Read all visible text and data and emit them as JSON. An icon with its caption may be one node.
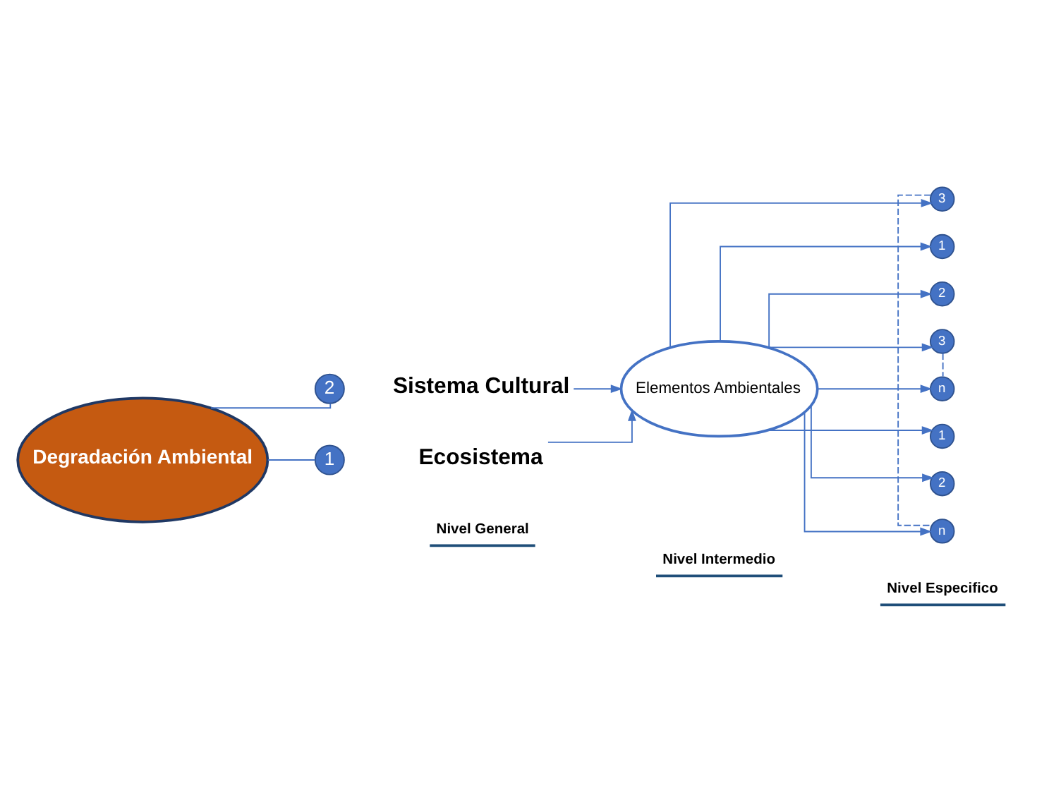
{
  "diagram": {
    "nodes": [
      {
        "text": [
          "Degradación Ambiental"
        ]
      },
      {
        "text": [
          "1"
        ]
      },
      {
        "text": [
          "Ecosistema"
        ]
      },
      {
        "text": [
          "2"
        ]
      },
      {
        "text": [
          "Sistema Cultural"
        ]
      },
      {
        "text": [
          "Elementos Ambientales"
        ]
      },
      {
        "text": [
          "1"
        ]
      },
      {
        "text": [
          "2"
        ]
      },
      {
        "text": [
          "3"
        ]
      },
      {
        "text": [
          "n"
        ]
      },
      {
        "text": [
          "1"
        ]
      },
      {
        "text": [
          "2"
        ]
      },
      {
        "text": [
          "3"
        ]
      },
      {
        "text": [
          "n"
        ]
      }
    ],
    "edges": [
      {
        "from": 0,
        "to": 1,
        "arrow": "none"
      },
      {
        "from": 0,
        "to": 3,
        "arrow": "none"
      },
      {
        "from": 2,
        "to": 5,
        "arrow": "to"
      },
      {
        "from": 4,
        "to": 5,
        "arrow": "to"
      },
      {
        "from": 5,
        "to": 6,
        "arrow": "to"
      },
      {
        "from": 5,
        "to": 7,
        "arrow": "to"
      },
      {
        "from": 5,
        "to": 8,
        "arrow": "to"
      },
      {
        "from": 5,
        "to": 9,
        "arrow": "to"
      },
      {
        "from": 5,
        "to": 10,
        "arrow": "to"
      },
      {
        "from": 5,
        "to": 11,
        "arrow": "to"
      },
      {
        "from": 5,
        "to": 12,
        "arrow": "to"
      },
      {
        "from": 5,
        "to": 13,
        "arrow": "to"
      },
      {
        "from": 8,
        "to": 9,
        "arrow": "none",
        "style": "dashed"
      },
      {
        "from": 12,
        "to": 13,
        "arrow": "none",
        "style": "dashed"
      }
    ],
    "labels": [
      "Nivel General",
      "Nivel Intermedio",
      "Nivel Especifico"
    ]
  }
}
